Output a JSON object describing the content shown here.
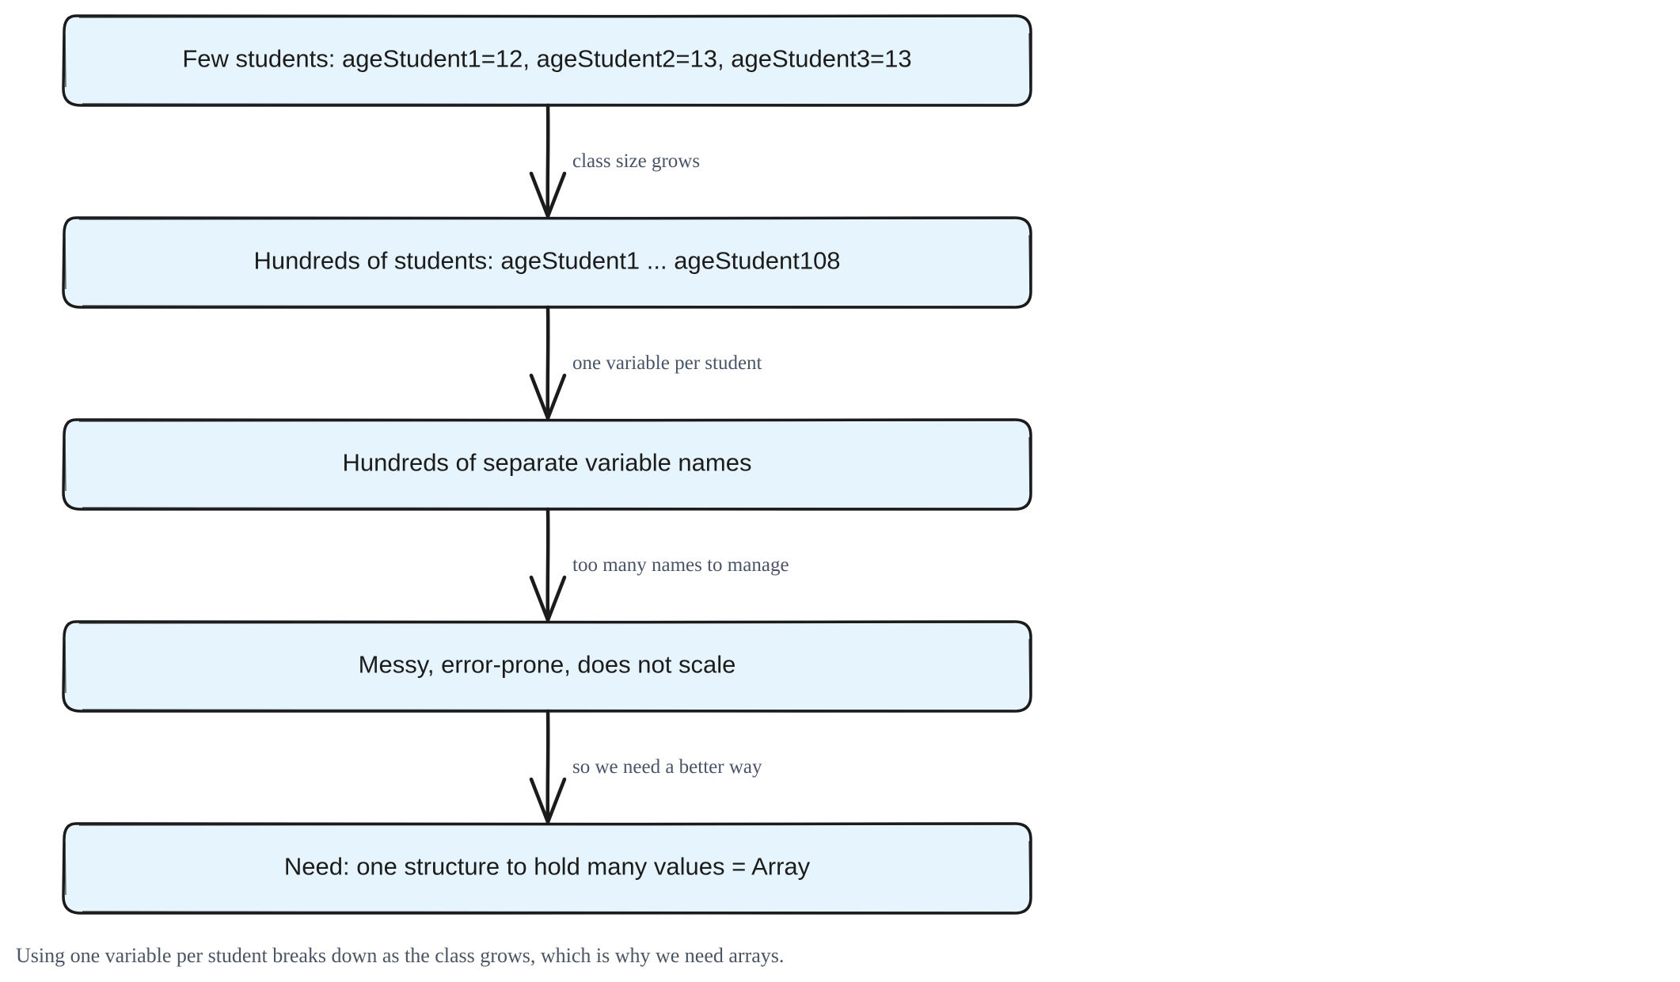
{
  "colors": {
    "node_fill": "#e6f4fd",
    "stroke": "#1b1b1b",
    "node_text": "#1c1c1c",
    "label_text": "#4a5468",
    "caption_text": "#4b5563"
  },
  "nodes": [
    {
      "id": "n1",
      "text": "Few students: ageStudent1=12, ageStudent2=13, ageStudent3=13"
    },
    {
      "id": "n2",
      "text": "Hundreds of students: ageStudent1 ... ageStudent108"
    },
    {
      "id": "n3",
      "text": "Hundreds of separate variable names"
    },
    {
      "id": "n4",
      "text": "Messy, error-prone, does not scale"
    },
    {
      "id": "n5",
      "text": "Need: one structure to hold many values = Array"
    }
  ],
  "edges": [
    {
      "from": "n1",
      "to": "n2",
      "label": "class size grows"
    },
    {
      "from": "n2",
      "to": "n3",
      "label": "one variable per student"
    },
    {
      "from": "n3",
      "to": "n4",
      "label": "too many names to manage"
    },
    {
      "from": "n4",
      "to": "n5",
      "label": "so we need a better way"
    }
  ],
  "caption": "Using one variable per student breaks down as the class grows, which is why we need arrays."
}
